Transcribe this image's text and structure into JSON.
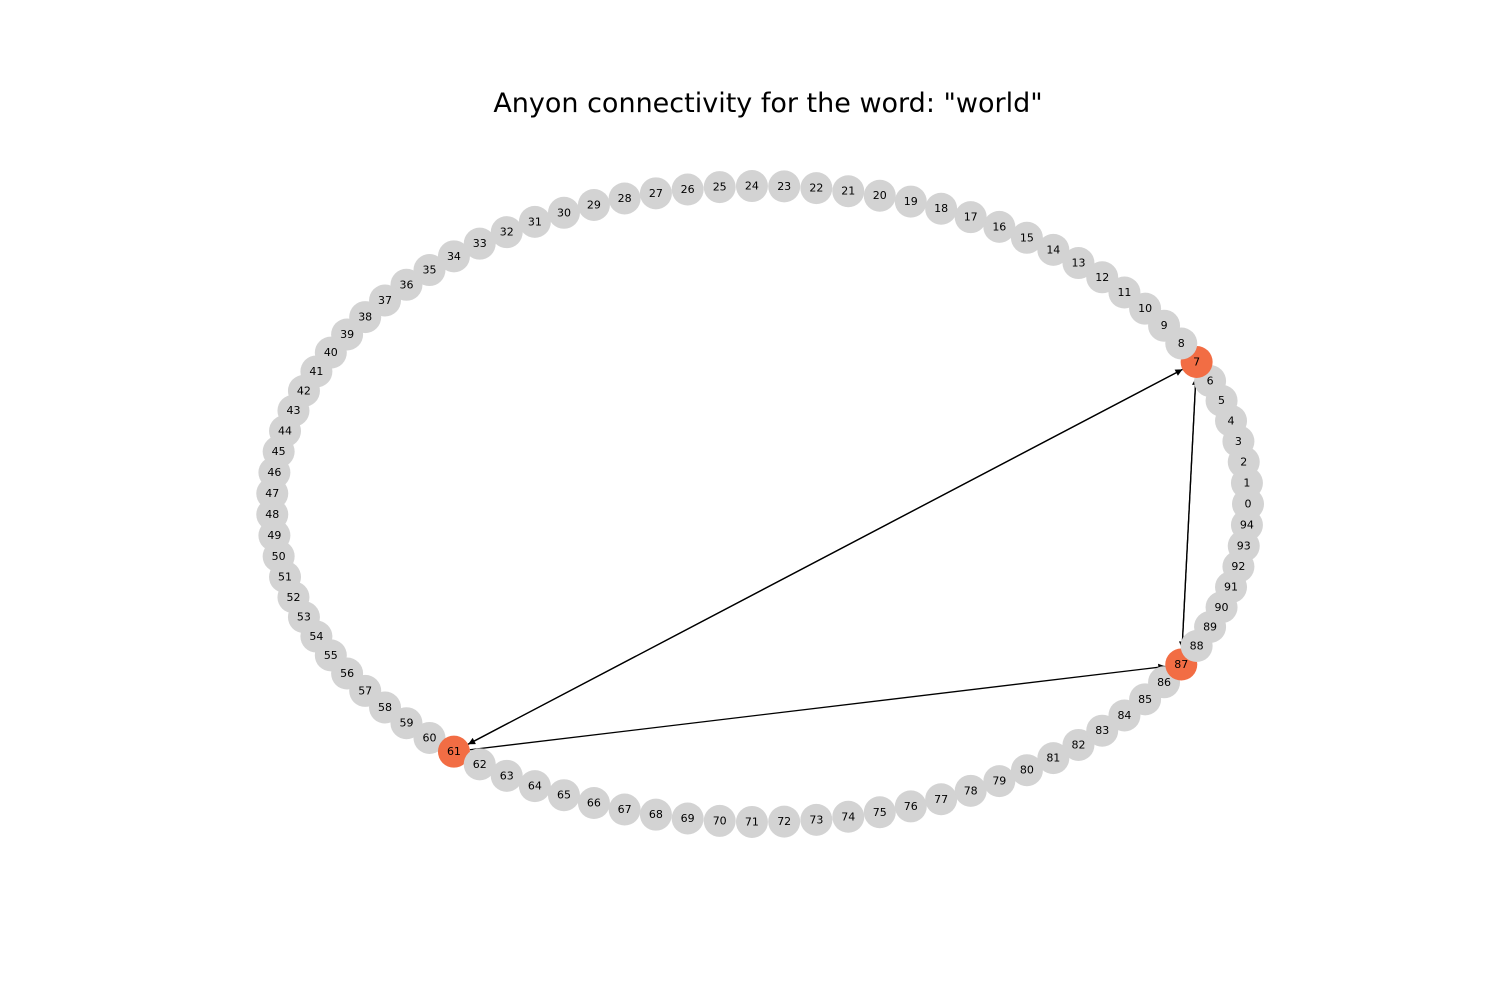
{
  "title": "Anyon connectivity for the word: \"world\"",
  "colors": {
    "default_node": "#d3d3d3",
    "highlight_node": "#f26d44",
    "edge": "#000000",
    "background": "#ffffff"
  },
  "graph": {
    "layout": "circular",
    "node_count": 95,
    "highlighted_nodes": [
      7,
      87,
      61
    ],
    "edges": [
      {
        "from": 61,
        "to": 7
      },
      {
        "from": 7,
        "to": 61
      },
      {
        "from": 7,
        "to": 87
      },
      {
        "from": 87,
        "to": 7
      },
      {
        "from": 61,
        "to": 87
      }
    ]
  }
}
